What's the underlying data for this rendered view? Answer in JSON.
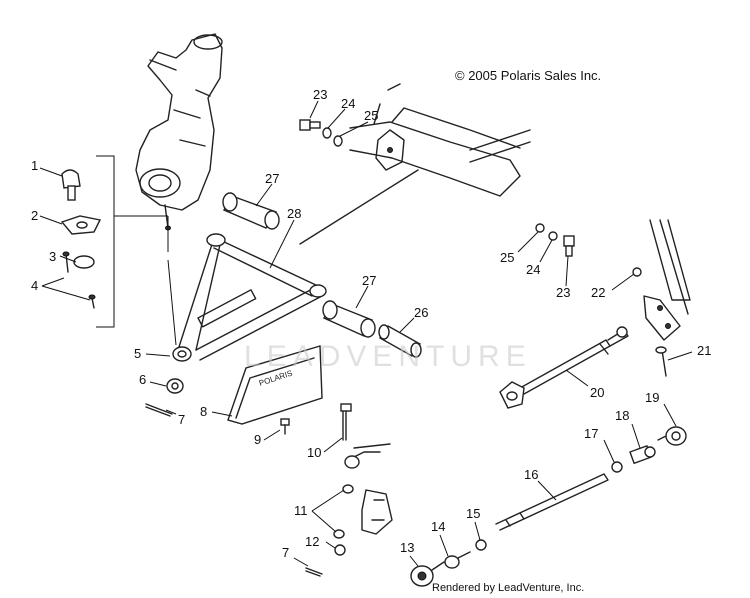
{
  "copyright": "© 2005 Polaris Sales Inc.",
  "credit": "Rendered by LeadVenture, Inc.",
  "watermark": "LEADVENTURE",
  "callouts": {
    "c1": "1",
    "c2": "2",
    "c3": "3",
    "c4": "4",
    "c5": "5",
    "c6": "6",
    "c7a": "7",
    "c7b": "7",
    "c8": "8",
    "c9": "9",
    "c10": "10",
    "c11": "11",
    "c12": "12",
    "c13": "13",
    "c14": "14",
    "c15": "15",
    "c16": "16",
    "c17": "17",
    "c18": "18",
    "c19": "19",
    "c20": "20",
    "c21": "21",
    "c22": "22",
    "c23a": "23",
    "c23b": "23",
    "c24a": "24",
    "c24b": "24",
    "c25a": "25",
    "c25b": "25",
    "c26": "26",
    "c27a": "27",
    "c27b": "27",
    "c28": "28"
  },
  "skid_plate_text": "POLARIS",
  "colors": {
    "line": "#222222",
    "watermark": "#c8c8c8"
  }
}
